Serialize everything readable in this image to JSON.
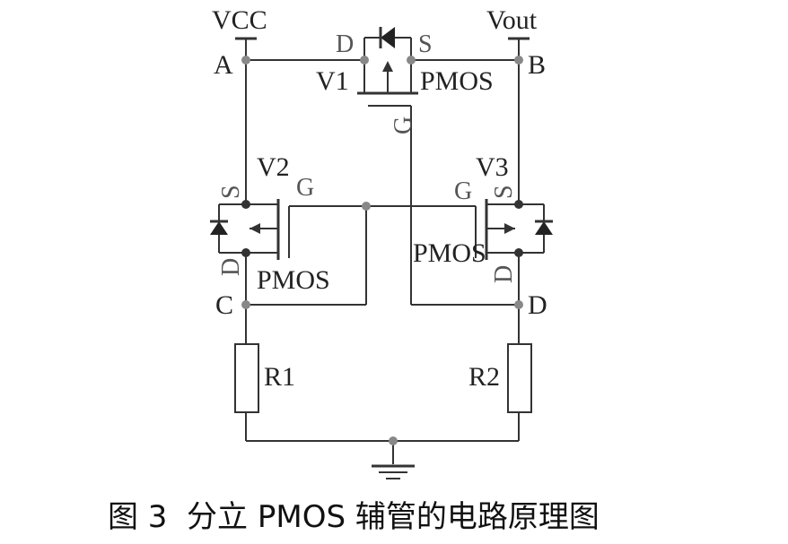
{
  "labels": {
    "vcc": "VCC",
    "vout": "Vout",
    "node_a": "A",
    "node_b": "B",
    "node_c": "C",
    "node_d": "D",
    "v1": "V1",
    "v1_type": "PMOS",
    "v1_drain": "D",
    "v1_source": "S",
    "v1_gate": "G",
    "v2": "V2",
    "v2_type": "PMOS",
    "v2_source": "S",
    "v2_drain": "D",
    "v2_gate": "G",
    "v3": "V3",
    "v3_type": "PMOS",
    "v3_source": "S",
    "v3_drain": "D",
    "v3_gate": "G",
    "r1": "R1",
    "r2": "R2"
  },
  "caption": "图 3  分立 PMOS 辅管的电路原理图",
  "colors": {
    "wire": "#333333",
    "node": "#888888"
  }
}
